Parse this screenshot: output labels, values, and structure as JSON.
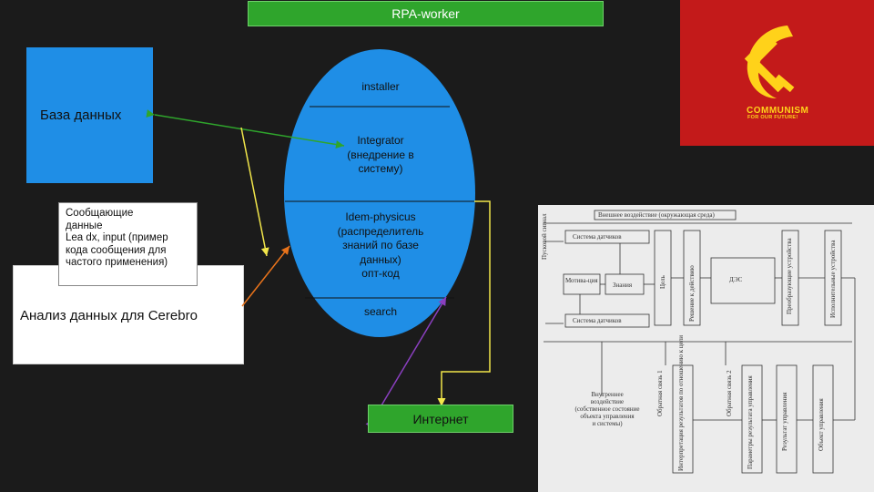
{
  "title": "RPA-worker",
  "database_label": "База данных",
  "cerebro_label": "Анализ данных для Cerebro",
  "message_box": {
    "lines": [
      "Сообщающие",
      "данные",
      "Lea dx, input (пример",
      "кода сообщения для",
      "частого применения)"
    ]
  },
  "oval_sections": {
    "installer": "installer",
    "integrator": [
      "Integrator",
      "(внедрение в",
      "систему)"
    ],
    "idem": [
      "Idem-physicus",
      "(распределитель",
      "знаний по базе",
      "данных)",
      "опт-код"
    ],
    "search": "search"
  },
  "internet_label": "Интернет",
  "flag": {
    "text_main": "COMMUNISM",
    "text_sub": "FOR OUR FUTURE!",
    "colors": {
      "background": "#c31a1a",
      "emblem": "#ffd21a"
    }
  },
  "scheme": {
    "top_label": "Внешнее воздействие (окружающая среда)",
    "left_label": "Пусковой сигнал",
    "sensors_top": "Система датчиков",
    "sensors_bottom": "Система датчиков",
    "motivation": "Мотива-ция",
    "knowledge": "Знания",
    "goal": "Цель",
    "decision": "Решение к действию",
    "dec": "ДЭС",
    "converters": "Преобразующие устройства",
    "executors": "Исполнительные устройства",
    "feedback1": "Обратная связь 1",
    "feedback2": "Обратная связь 2",
    "internal": [
      "Внутреннее",
      "воздействие",
      "(собственное состояние",
      "объекта управления",
      "и системы)"
    ],
    "interpretation": "Интерпретация результатов по отношению к цели",
    "params": "Параметры результата управления",
    "result": "Результат управления",
    "object": "Объект управления"
  },
  "colors": {
    "title_bg": "#2fa52c",
    "database_bg": "#1f8ee6",
    "oval_bg": "#1f8ee6",
    "background": "#1b1b1b",
    "arrow_green": "#2fa52c",
    "arrow_yellow": "#f2e64a",
    "arrow_orange": "#e8731b",
    "arrow_purple": "#8a3fbf"
  }
}
